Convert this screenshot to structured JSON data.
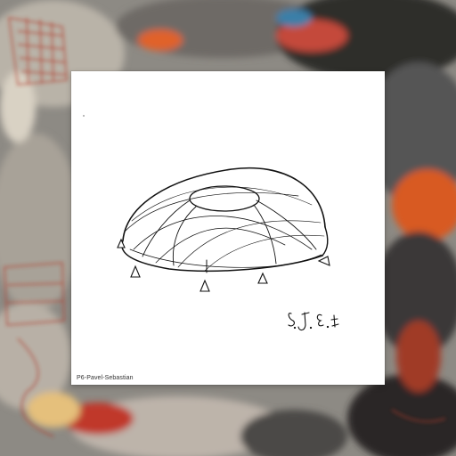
{
  "caption": "P6-Pavel-Sebastian",
  "colors": {
    "card": "#ffffff",
    "ink": "#111111",
    "graffiti_red": "#c0392b",
    "graffiti_orange": "#e0622a",
    "graffiti_blue": "#3a7fa8"
  },
  "icons": [
    "dome-sketch",
    "support-markers",
    "artist-signature"
  ]
}
